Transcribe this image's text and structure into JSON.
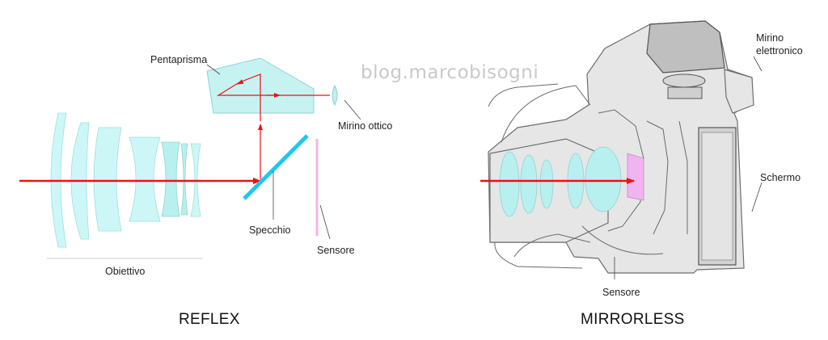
{
  "watermark": "blog.marcobisogni",
  "reflex": {
    "title": "REFLEX",
    "labels": {
      "pentaprism": "Pentaprisma",
      "viewfinder": "Mirino ottico",
      "mirror": "Specchio",
      "sensor": "Sensore",
      "lens": "Obiettivo"
    }
  },
  "mirrorless": {
    "title": "MIRRORLESS",
    "labels": {
      "evf_line1": "Mirino",
      "evf_line2": "elettronico",
      "screen": "Schermo",
      "sensor": "Sensore"
    }
  },
  "colors": {
    "ray": "#e11111",
    "lens_glass": "#cdf7f7",
    "mirror": "#1ec8ee",
    "sensor": "#f0b4f0"
  }
}
